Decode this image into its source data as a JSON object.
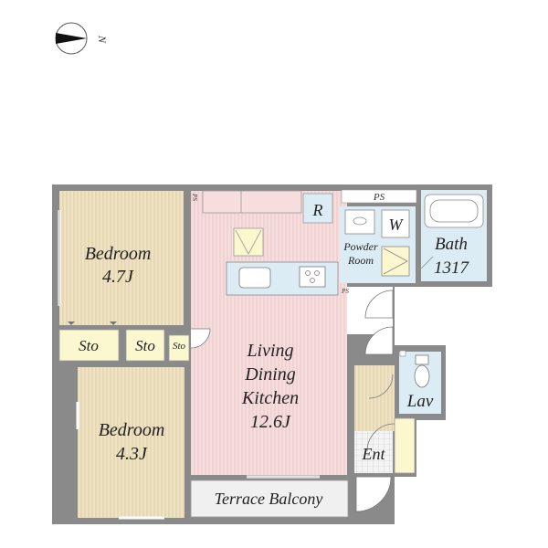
{
  "compass": {
    "letter": "N"
  },
  "rooms": {
    "bedroom1": {
      "name": "Bedroom",
      "size": "4.7J"
    },
    "bedroom2": {
      "name": "Bedroom",
      "size": "4.3J"
    },
    "sto1": "Sto",
    "sto2": "Sto",
    "sto3": "Sto",
    "ldk": {
      "line1": "Living",
      "line2": "Dining",
      "line3": "Kitchen",
      "size": "12.6J"
    },
    "powder": {
      "line1": "Powder",
      "line2": "Room"
    },
    "washer": "W",
    "bath": {
      "name": "Bath",
      "size": "1317"
    },
    "lav": "Lav",
    "ent": "Ent",
    "balcony": "Terrace Balcony",
    "refrigerator": "R",
    "ps_top": "PS",
    "ps_left": "PS",
    "ps_kitchen": "PS"
  },
  "colors": {
    "wall": "#7f7f7f",
    "bedroom_floor": "#efe3c4",
    "ldk_floor": "#f7dede",
    "wet_area": "#dcecf5",
    "storage": "#fbf7cf",
    "balcony": "#e8e8e8"
  }
}
